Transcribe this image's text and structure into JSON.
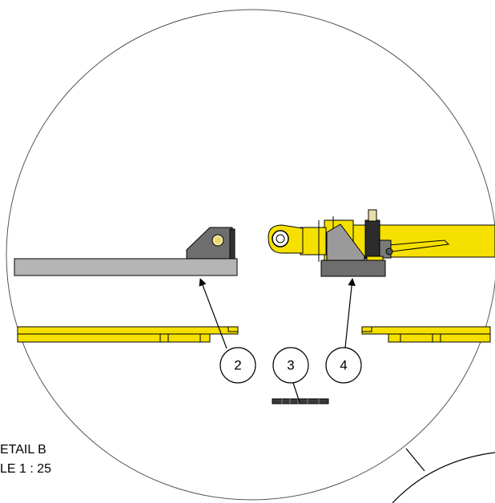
{
  "balloons": [
    {
      "label": "2",
      "part": "base-beam-with-bracket"
    },
    {
      "label": "3",
      "part": "spacer-plate"
    },
    {
      "label": "4",
      "part": "cylinder-mount-block"
    }
  ],
  "detail": {
    "name": "ETAIL B",
    "scale": "LE 1 : 25"
  },
  "colors": {
    "outline": "#000000",
    "steel": "#b5b5b5",
    "steel_dark": "#6e6e6e",
    "yellow": "#f5e000",
    "yellow_dark": "#c9b400",
    "background": "#ffffff"
  }
}
